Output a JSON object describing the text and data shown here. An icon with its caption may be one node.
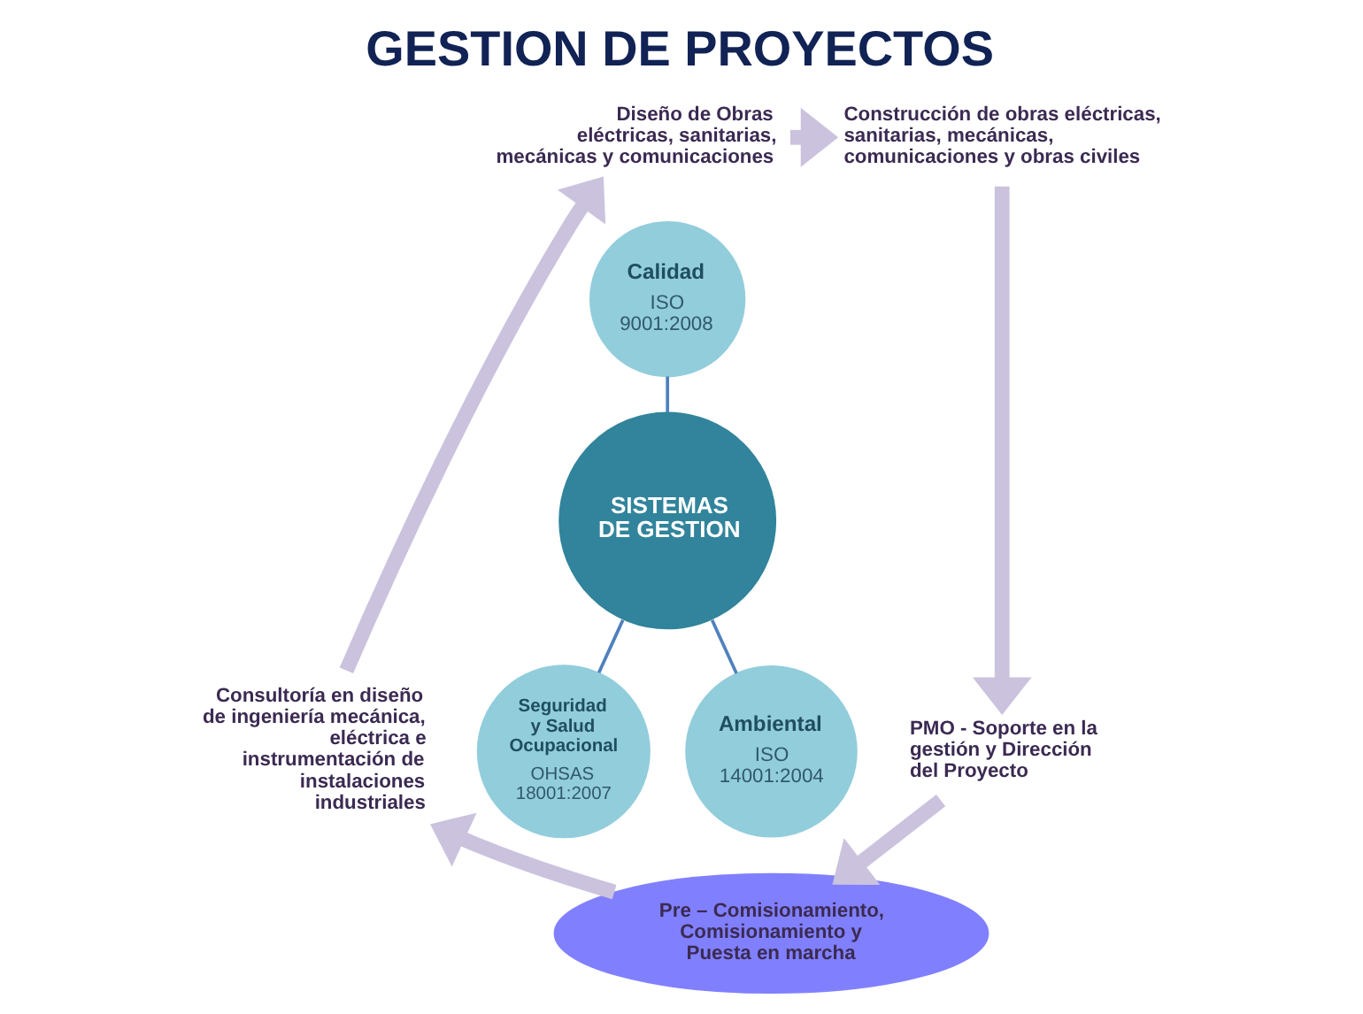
{
  "diagram": {
    "title": "GESTION DE PROYECTOS",
    "nodes": [
      {
        "text": [
          "Diseño de Obras eléctricas, sanitarias, mecánicas y comunicaciones"
        ]
      },
      {
        "text": [
          "Construcción de obras eléctricas, sanitarias, mecánicas, comunicaciones y obras civiles"
        ]
      },
      {
        "text": [
          "Calidad",
          "ISO 9001:2008"
        ]
      },
      {
        "text": [
          "SISTEMAS DE GESTION"
        ]
      },
      {
        "text": [
          "Seguridad y Salud Ocupacional",
          "OHSAS 18001:2007"
        ]
      },
      {
        "text": [
          "Ambiental",
          "ISO 14001:2004"
        ]
      },
      {
        "text": [
          "PMO - Soporte en la gestión y Dirección del Proyecto"
        ]
      },
      {
        "text": [
          "Consultoría en diseño de ingeniería mecánica, eléctrica e instrumentación de instalaciones industriales"
        ]
      },
      {
        "text": [
          "Pre – Comisionamiento, Comisionamiento y Puesta en marcha"
        ]
      }
    ],
    "edges": [
      {
        "from": 0,
        "to": 1,
        "arrow": "to"
      },
      {
        "from": 1,
        "to": 6,
        "arrow": "to"
      },
      {
        "from": 6,
        "to": 8,
        "arrow": "to"
      },
      {
        "from": 8,
        "to": 7,
        "arrow": "to"
      },
      {
        "from": 7,
        "to": 0,
        "arrow": "to"
      },
      {
        "from": 2,
        "to": 3,
        "arrow": "none",
        "color": "#4f81bd"
      },
      {
        "from": 3,
        "to": 4,
        "arrow": "none",
        "color": "#4f81bd"
      },
      {
        "from": 3,
        "to": 5,
        "arrow": "none",
        "color": "#4f81bd"
      }
    ]
  }
}
